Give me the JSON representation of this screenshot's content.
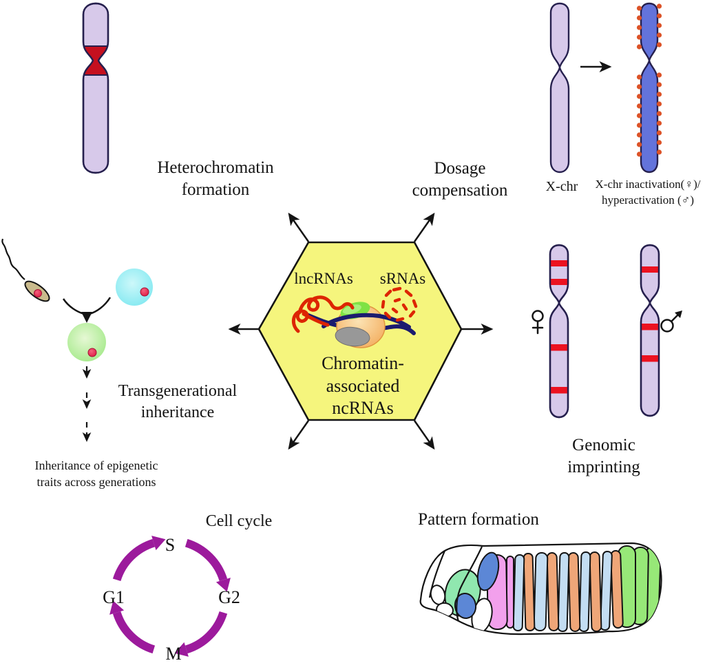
{
  "sections": {
    "hexagon": {
      "lncrnas_label": "lncRNAs",
      "srnas_label": "sRNAs",
      "center_line1": "Chromatin-",
      "center_line2": "associated",
      "center_line3": "ncRNAs"
    },
    "heterochromatin": {
      "label_line1": "Heterochromatin",
      "label_line2": "formation"
    },
    "dosage_compensation": {
      "label_line1": "Dosage",
      "label_line2": "compensation",
      "xchr_label": "X-chr",
      "result_line1": "X-chr inactivation(♀)/",
      "result_line2": "hyperactivation (♂)"
    },
    "transgenerational": {
      "label_line1": "Transgenerational",
      "label_line2": "inheritance",
      "caption_line1": "Inheritance of epigenetic",
      "caption_line2": "traits across generations"
    },
    "genomic_imprinting": {
      "label_line1": "Genomic",
      "label_line2": "imprinting",
      "female_symbol": "♀",
      "male_symbol": "♂"
    },
    "cell_cycle": {
      "title": "Cell cycle",
      "phase_s": "S",
      "phase_g2": "G2",
      "phase_m": "M",
      "phase_g1": "G1",
      "phase_order_clockwise": [
        "S",
        "G2",
        "M",
        "G1"
      ]
    },
    "pattern_formation": {
      "title": "Pattern formation",
      "segment_colors_order": [
        "white-head",
        "mint-green",
        "blue",
        "white",
        "pink",
        "light-blue",
        "orange-alternating",
        "green-posterior"
      ]
    }
  },
  "colors": {
    "hexagon_fill": "#F5F57D",
    "chromosome_lavender": "#D7C9EA",
    "chromosome_outline": "#26204E",
    "heterochromatin_red": "#C5101F",
    "imprint_band_red": "#EC1220",
    "x_inactive_blue": "#6373DB",
    "x_dots_orange": "#DC5227",
    "cell_cycle_purple": "#9C1A9C",
    "sperm_tan": "#C9BA8C",
    "egg_cyan": "#84E9F1",
    "zygote_green": "#A6EA8C",
    "nucleus_red": "#E8315B",
    "lncrna_red": "#DD2503",
    "dna_navy": "#1B1B6F",
    "nucleosome_orange": "#F3AD5E",
    "histone_green": "#7FE244",
    "histone_gray": "#989898",
    "embryo_pink": "#F2A0EC",
    "embryo_light_blue": "#C3DDF2",
    "embryo_orange": "#EFA678",
    "embryo_green": "#97E878",
    "embryo_mint": "#90E7AF",
    "embryo_blue": "#5C87D6"
  }
}
